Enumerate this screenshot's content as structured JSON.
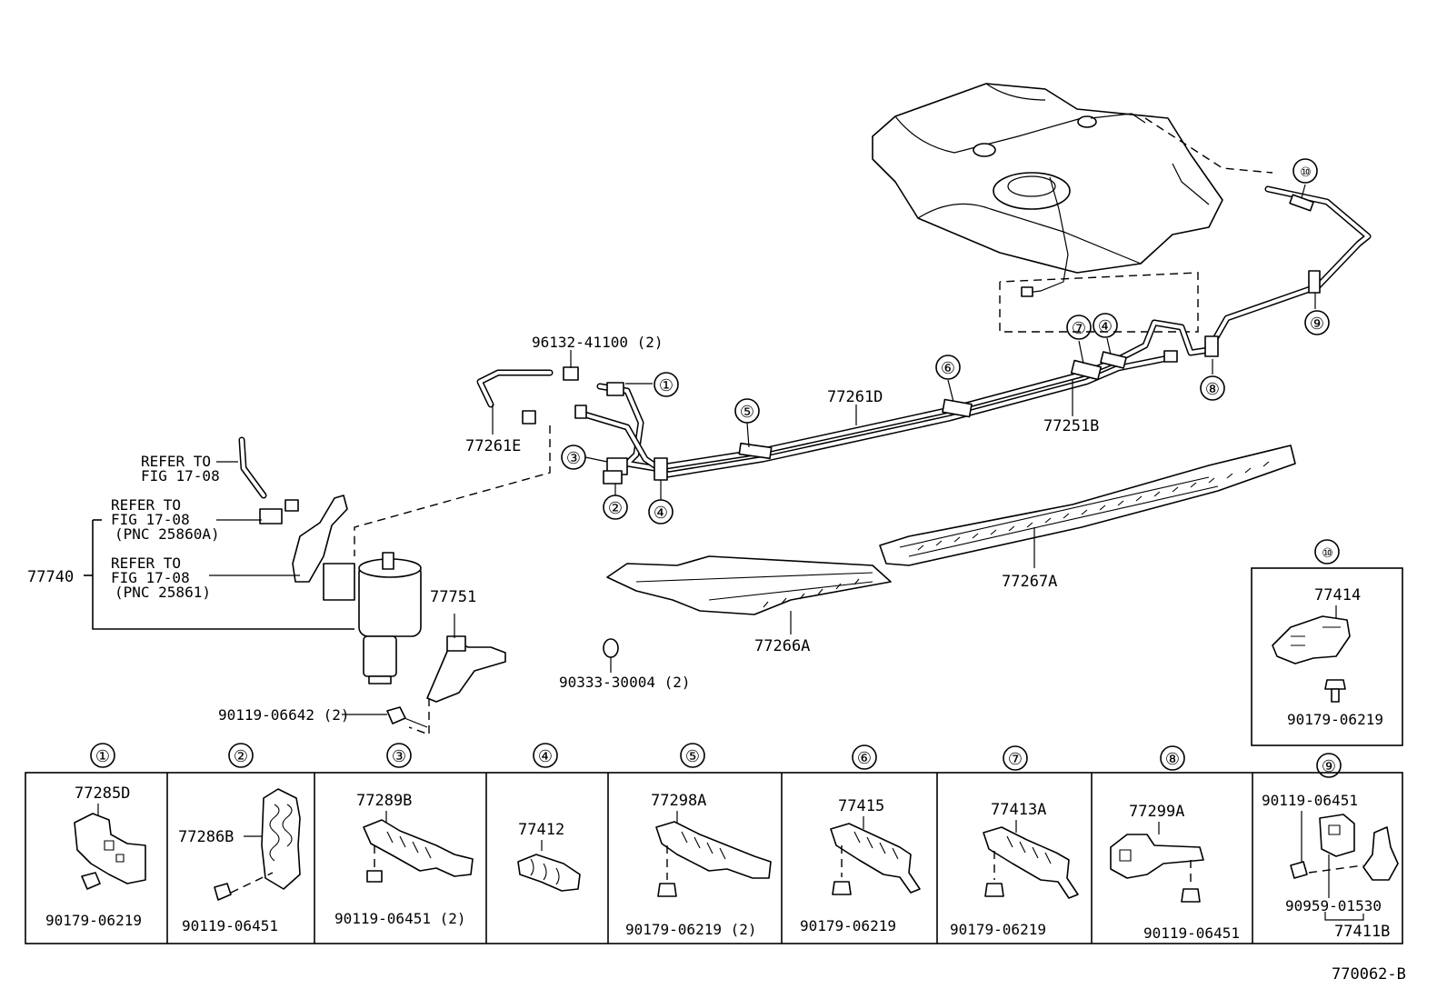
{
  "diagram_id": "770062-B",
  "circled_numbers": [
    "①",
    "②",
    "③",
    "④",
    "⑤",
    "⑥",
    "⑦",
    "⑧",
    "⑨",
    "⑩"
  ],
  "top_labels": {
    "clip_pair_qty": "96132-41100 (2)",
    "hose_e": "77261E",
    "tube_d": "77261D",
    "tube_b": "77251B",
    "protector_a": "77267A",
    "protector_b": "77266A",
    "plug_qty": "90333-30004 (2)",
    "bracket": "77751",
    "canister": "77740",
    "bolt_qty": "90119-06642 (2)"
  },
  "refer_notes": {
    "note1_line1": "REFER TO",
    "note1_line2": "FIG 17-08",
    "note2_line1": "REFER TO",
    "note2_line2": "FIG 17-08",
    "note2_line3": "(PNC 25860A)",
    "note3_line1": "REFER TO",
    "note3_line2": "FIG 17-08",
    "note3_line3": "(PNC 25861)"
  },
  "detail_10": {
    "part": "77414",
    "bolt": "90179-06219"
  },
  "detail_panels": [
    {
      "part": "77285D",
      "fastener": "90179-06219"
    },
    {
      "part": "77286B",
      "fastener": "90119-06451"
    },
    {
      "part": "77289B",
      "fastener": "90119-06451 (2)"
    },
    {
      "part": "77412"
    },
    {
      "part": "77298A",
      "fastener": "90179-06219 (2)"
    },
    {
      "part": "77415",
      "fastener": "90179-06219"
    },
    {
      "part": "77413A",
      "fastener": "90179-06219"
    },
    {
      "part": "77299A",
      "fastener": "90119-06451"
    },
    {
      "part": "77411B",
      "fastener": "90119-06451",
      "fastener2": "90959-01530"
    }
  ]
}
